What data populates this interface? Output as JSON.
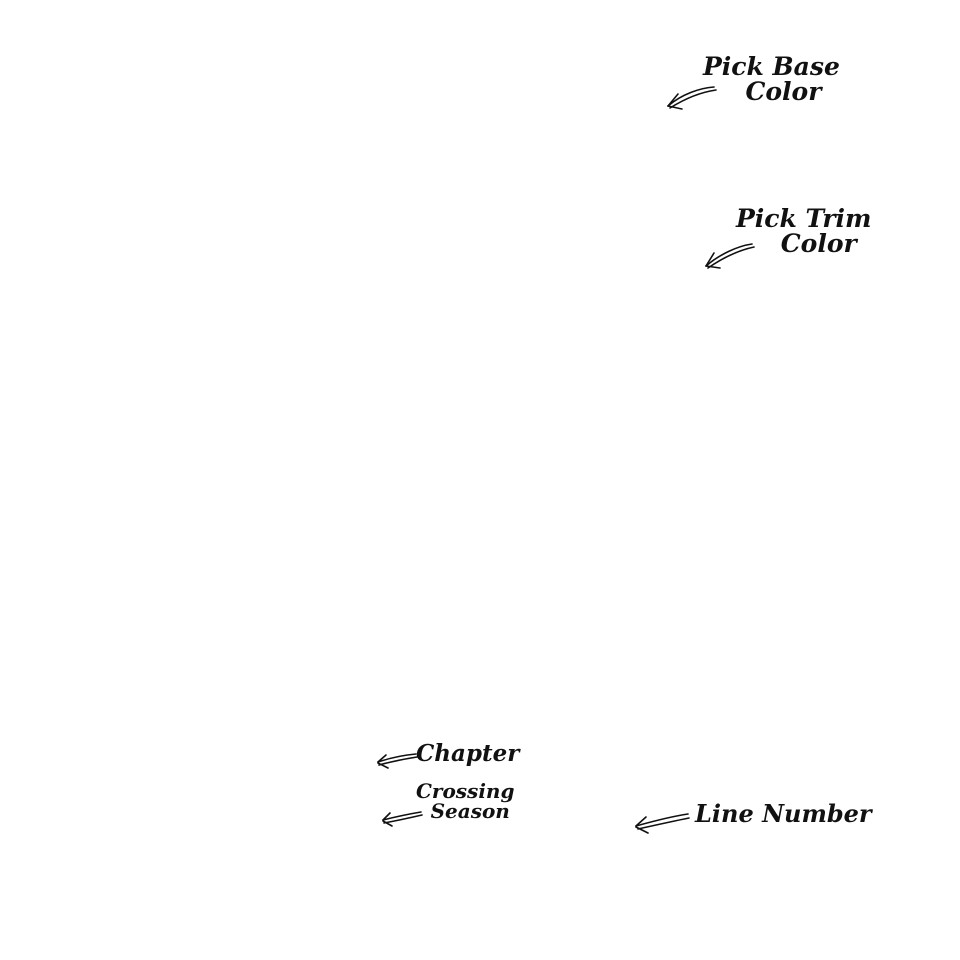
{
  "annotations": {
    "base_color": {
      "line1": "Pick Base",
      "line2": "Color"
    },
    "trim_color": {
      "line1": "Pick Trim",
      "line2": "Color"
    },
    "chapter": {
      "label": "Chapter"
    },
    "crossing_season": {
      "line1": "Crossing",
      "line2": "Season"
    },
    "line_number": {
      "label": "Line Number"
    }
  },
  "colors": {
    "background": "#ffffff",
    "ink": "#111111"
  },
  "icons": [
    "hand-drawn-arrow-icon"
  ]
}
